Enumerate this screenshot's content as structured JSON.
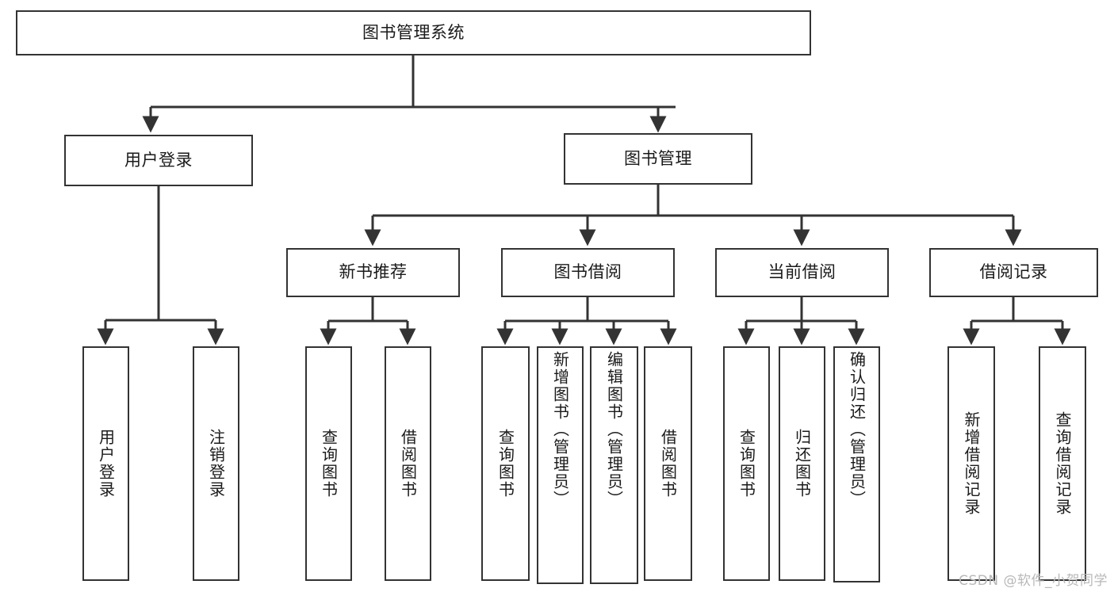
{
  "diagram": {
    "title": "图书管理系统",
    "watermark": "CSDN @软件_小贺同学",
    "stroke_color": "#333333",
    "background_color": "#ffffff",
    "text_color": "#1a1a1a",
    "levels": {
      "root": {
        "label": "图书管理系统"
      },
      "level2": [
        {
          "label": "用户登录"
        },
        {
          "label": "图书管理"
        }
      ],
      "level3": [
        {
          "label": "新书推荐"
        },
        {
          "label": "图书借阅"
        },
        {
          "label": "当前借阅"
        },
        {
          "label": "借阅记录"
        }
      ],
      "leaves": {
        "user_login": [
          {
            "label": "用户登录"
          },
          {
            "label": "注销登录"
          }
        ],
        "new_book_recommend": [
          {
            "label": "查询图书"
          },
          {
            "label": "借阅图书"
          }
        ],
        "book_borrow": [
          {
            "label": "查询图书"
          },
          {
            "label": "新增图书（管理员）"
          },
          {
            "label": "编辑图书（管理员）"
          },
          {
            "label": "借阅图书"
          }
        ],
        "current_borrow": [
          {
            "label": "查询图书"
          },
          {
            "label": "归还图书"
          },
          {
            "label": "确认归还（管理员）"
          }
        ],
        "borrow_record": [
          {
            "label": "新增借阅记录"
          },
          {
            "label": "查询借阅记录"
          }
        ]
      }
    }
  }
}
